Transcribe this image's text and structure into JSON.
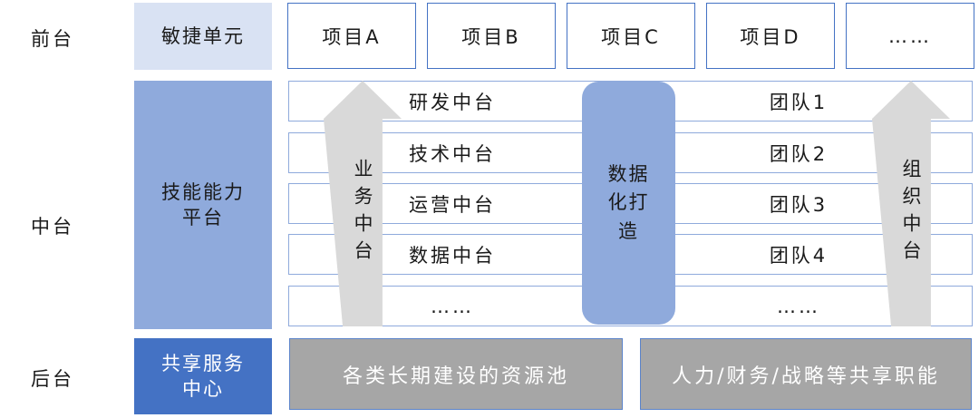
{
  "layers": {
    "front": "前台",
    "middle": "中台",
    "back": "后台"
  },
  "left_column": {
    "agile_unit": "敏捷单元",
    "skill_platform": "技能能力平台",
    "shared_service_center": "共享服务中心"
  },
  "projects": [
    "项目A",
    "项目B",
    "项目C",
    "项目D",
    "……"
  ],
  "middle_rows": [
    {
      "platform": "研发中台",
      "team": "团队1"
    },
    {
      "platform": "技术中台",
      "team": "团队2"
    },
    {
      "platform": "运营中台",
      "team": "团队3"
    },
    {
      "platform": "数据中台",
      "team": "团队4"
    },
    {
      "platform": "……",
      "team": "……"
    }
  ],
  "arrows": {
    "business": "业务中台",
    "organization": "组织中台"
  },
  "data_building_label": "数据化打造",
  "bottom": {
    "resource_pool": "各类长期建设的资源池",
    "shared_functions": "人力/财务/战略等共享职能"
  },
  "palette": {
    "light_blue": "#D9E2F3",
    "medium_blue": "#8FAADC",
    "dark_blue": "#4472C4",
    "arrow_gray": "#D9D9D9",
    "box_gray": "#A6A6A6",
    "project_border": "#4472C4",
    "row_border": "#8FAADC"
  }
}
